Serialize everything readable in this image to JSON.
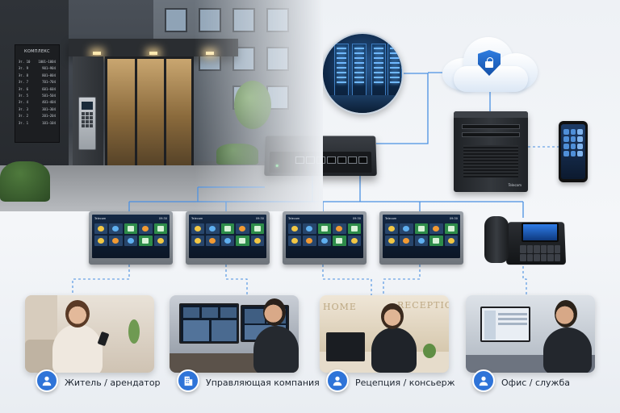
{
  "building": {
    "directory_title": "КОМПЛЕКС",
    "directory_rows": [
      {
        "floor": "Эт. 10",
        "apts": "1001–1004"
      },
      {
        "floor": "Эт. 9",
        "apts": "901–904"
      },
      {
        "floor": "Эт. 8",
        "apts": "801–804"
      },
      {
        "floor": "Эт. 7",
        "apts": "701–704"
      },
      {
        "floor": "Эт. 6",
        "apts": "601–604"
      },
      {
        "floor": "Эт. 5",
        "apts": "501–504"
      },
      {
        "floor": "Эт. 4",
        "apts": "401–404"
      },
      {
        "floor": "Эт. 3",
        "apts": "301–304"
      },
      {
        "floor": "Эт. 2",
        "apts": "201–204"
      },
      {
        "floor": "Эт. 1",
        "apts": "101–104"
      }
    ]
  },
  "monitors": [
    {
      "time": "09:30",
      "brand": "Telecom"
    },
    {
      "time": "09:30",
      "brand": "Telecom"
    },
    {
      "time": "09:30",
      "brand": "Telecom"
    },
    {
      "time": "09:30",
      "brand": "Telecom"
    }
  ],
  "server_brand": "Telecom",
  "reception_sign": "RECEPTION",
  "roles": [
    {
      "label": "Житель / арендатор",
      "icon": "user-icon"
    },
    {
      "label": "Управляющая компания",
      "icon": "building-icon"
    },
    {
      "label": "Рецепция / консьерж",
      "icon": "user-icon"
    },
    {
      "label": "Офис / служба",
      "icon": "user-icon"
    }
  ],
  "colors": {
    "accent": "#2f74d8",
    "line": "#4a90e2"
  }
}
